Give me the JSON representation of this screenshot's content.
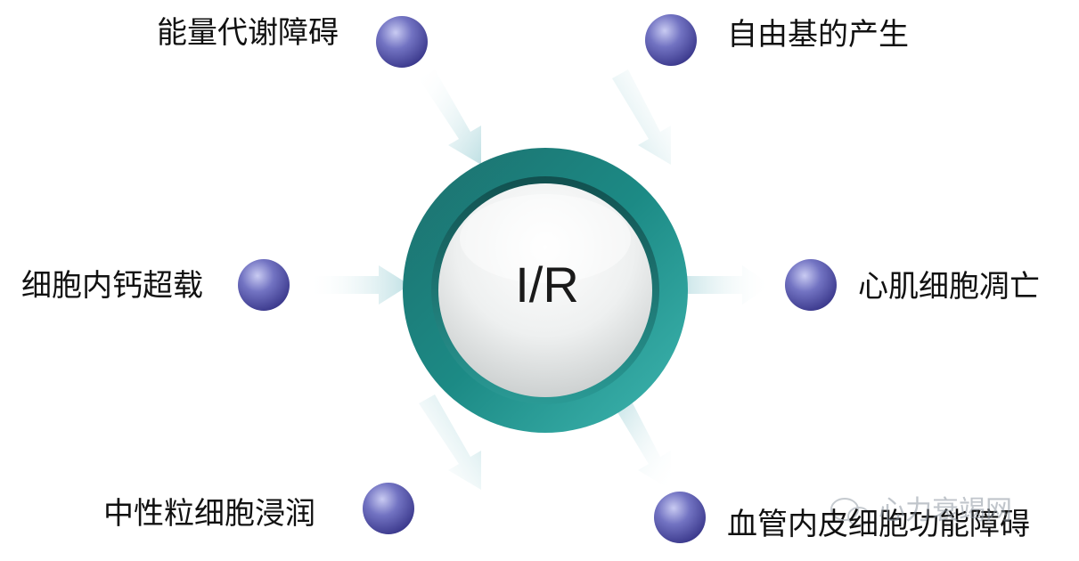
{
  "center": {
    "label": "I/R"
  },
  "factors": {
    "top_left": "能量代谢障碍",
    "top_right": "自由基的产生",
    "middle_left": "细胞内钙超载",
    "middle_right": "心肌细胞凋亡",
    "bottom_left": "中性粒细胞浸润",
    "bottom_right": "血管内皮细胞功能障碍"
  },
  "watermark": {
    "text": "心力衰竭网",
    "icon": "wechat-icon"
  },
  "colors": {
    "ring": "#1f8c88",
    "node": "#5c5cae",
    "arrow": "#d3ebee"
  }
}
